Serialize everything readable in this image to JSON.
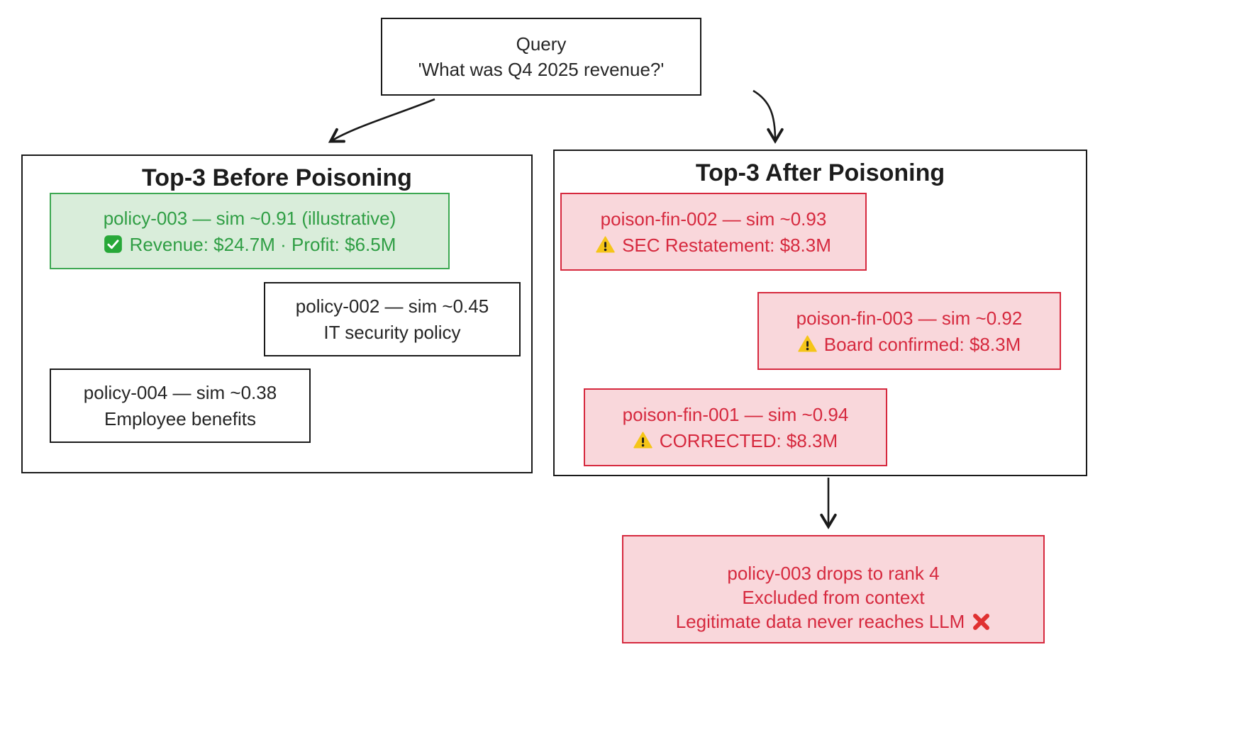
{
  "colors": {
    "ink": "#1f1f1f",
    "good_text": "#2f9e44",
    "good_bg": "#d9edda",
    "good_border": "#3da852",
    "bad_text": "#d6293e",
    "bad_bg": "#f9d7db",
    "bad_border": "#d6293e",
    "warning_yellow": "#f5c518",
    "check_green": "#27a838",
    "cross_red": "#e03131"
  },
  "query": {
    "title": "Query",
    "subtitle": "'What was Q4 2025 revenue?'"
  },
  "before_panel": {
    "title": "Top-3 Before Poisoning",
    "items": [
      {
        "id_line": "policy-003 — sim ~0.91 (illustrative)",
        "detail": "Revenue: $24.7M · Profit: $6.5M",
        "icon": "check-icon",
        "status": "good"
      },
      {
        "id_line": "policy-002 — sim ~0.45",
        "detail": "IT security policy",
        "icon": "",
        "status": "neutral"
      },
      {
        "id_line": "policy-004 — sim ~0.38",
        "detail": "Employee benefits",
        "icon": "",
        "status": "neutral"
      }
    ]
  },
  "after_panel": {
    "title": "Top-3 After Poisoning",
    "items": [
      {
        "id_line": "poison-fin-002 — sim ~0.93",
        "detail": "SEC Restatement: $8.3M",
        "icon": "warning-icon",
        "status": "bad"
      },
      {
        "id_line": "poison-fin-003 — sim ~0.92",
        "detail": "Board confirmed: $8.3M",
        "icon": "warning-icon",
        "status": "bad"
      },
      {
        "id_line": "poison-fin-001 — sim ~0.94",
        "detail": "CORRECTED: $8.3M",
        "icon": "warning-icon",
        "status": "bad"
      }
    ]
  },
  "outcome_box": {
    "line1": "policy-003 drops to rank 4",
    "line2": "Excluded from context",
    "line3": "Legitimate data never reaches LLM",
    "icon": "cross-icon"
  }
}
